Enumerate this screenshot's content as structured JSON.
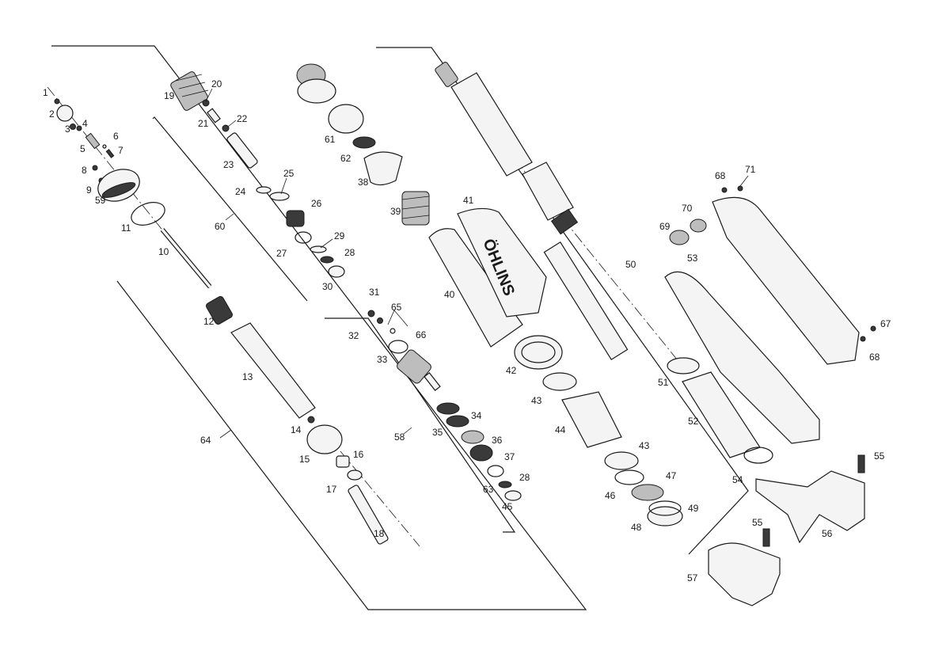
{
  "brand_text": "ÖHLINS",
  "callouts": [
    "1",
    "2",
    "3",
    "4",
    "5",
    "6",
    "7",
    "8",
    "9",
    "59",
    "11",
    "10",
    "19",
    "20",
    "21",
    "22",
    "23",
    "24",
    "25",
    "26",
    "27",
    "29",
    "28",
    "30",
    "60",
    "61",
    "62",
    "38",
    "39",
    "41",
    "40",
    "42",
    "43",
    "44",
    "43",
    "46",
    "47",
    "48",
    "49",
    "31",
    "65",
    "32",
    "66",
    "33",
    "34",
    "35",
    "36",
    "37",
    "63",
    "28",
    "45",
    "58",
    "50",
    "51",
    "52",
    "53",
    "54",
    "68",
    "71",
    "70",
    "69",
    "67",
    "68",
    "55",
    "56",
    "55",
    "57",
    "12",
    "13",
    "14",
    "15",
    "16",
    "17",
    "18",
    "64"
  ]
}
